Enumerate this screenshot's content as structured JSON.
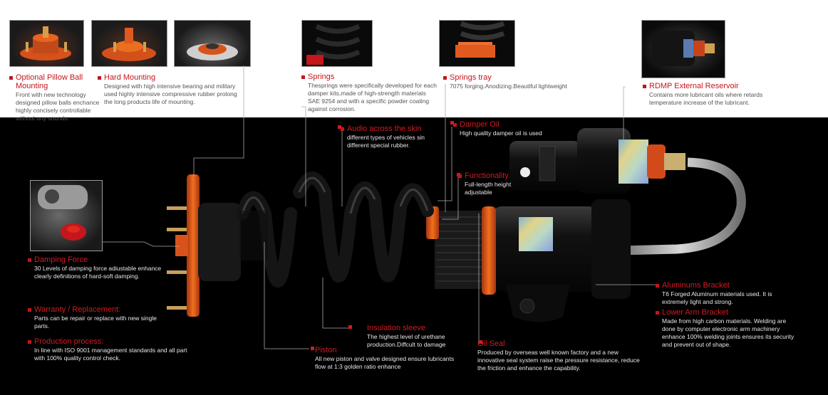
{
  "annotations": {
    "pillow": {
      "title": "Optional Pillow Ball Mounting",
      "desc": "Front with new technology designed pillow balls enchance highly concisely controllable without any sounds."
    },
    "hard": {
      "title": "Hard Mounting",
      "desc": "Designed with high intensive bearing and military used highly intensive compressive rubber prolong the long products life of mounting."
    },
    "springs": {
      "title": "Springs",
      "desc": "Thesprings were specifically developed for each damper kits,made of high-strength materials SAE 9254 and with a specific powder coating against corrosion."
    },
    "tray": {
      "title": "Springs tray",
      "desc": "7075 forging.Anodizing.Beautiful lightweight"
    },
    "rdmp": {
      "title": "RDMP External Reservoir",
      "desc": "Contains more lubricant oils where retards temperature increase of the lubricant."
    },
    "skin": {
      "title": "Audio across the skin",
      "desc": "different types of vehicles sin different special rubber."
    },
    "oil": {
      "title": "Damper Oil",
      "desc": "High quality damper oil is used"
    },
    "func": {
      "title": "Functionality",
      "desc": "Full-length height adjustable"
    },
    "damping": {
      "title": "Damping Force",
      "desc": "30 Levels of damping force adiustable enhance clearly definitions of hard-soft damping."
    },
    "warranty": {
      "title": "Warranty / Replacement:",
      "desc": "Parts can be repair or replace with new single parts."
    },
    "production": {
      "title": "Production process:",
      "desc": "In line with  ISO 9001 management standards and all part with 100% quality control check."
    },
    "piston": {
      "title": "Piston",
      "desc": "All new piston and valve designed ensure lubricants flow at 1:3 golden ratio enhance"
    },
    "sleeve": {
      "title": "Insulation sleeve",
      "desc": "The highest level of urethane production.Diffcult to damage"
    },
    "seal": {
      "title": "Oil Seal",
      "desc": "Produced by overseas well known factory and a new innovative seal system raise the pressure resistance, reduce the friction and enhance the capability."
    },
    "bracket": {
      "title": "Aluminums Bracket",
      "desc": "T6 Forged Aluminum materials used. It is extremely light and strong."
    },
    "lower": {
      "title": "Lower Arm Bracket",
      "desc": "Made from high carbon materials. Welding are done by computer electronic arm machinery enhance 100% welding joints ensures its security and prevent out of shape."
    }
  },
  "colors": {
    "accent": "#c4161c",
    "orange": "#e8521a",
    "dark": "#000000"
  }
}
